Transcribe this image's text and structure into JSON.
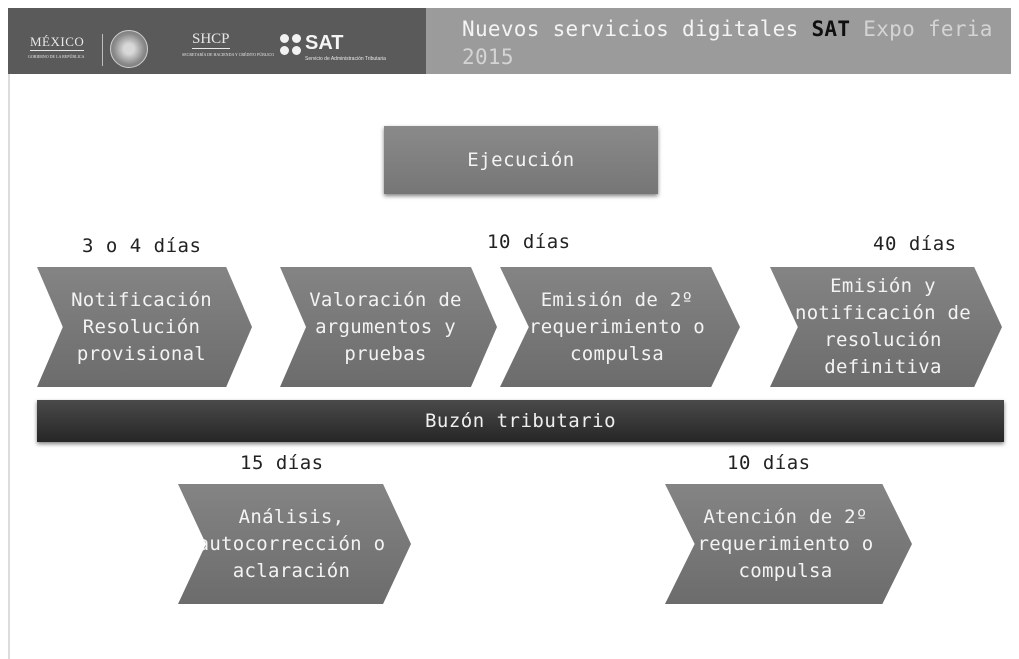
{
  "header": {
    "logos": {
      "mexico": "MÉXICO",
      "mexico_sub": "GOBIERNO DE LA REPÚBLICA",
      "shcp": "SHCP",
      "shcp_sub": "SECRETARÍA DE HACIENDA Y CRÉDITO PÚBLICO",
      "sat": "SAT",
      "sat_sub": "Servicio de Administración Tributaria"
    },
    "title_part1": "Nuevos servicios digitales ",
    "title_sat": "SAT",
    "title_part2": " Expo feria 2015"
  },
  "diagram": {
    "top_box": "Ejecución",
    "upper_durations": [
      "3 o 4 días",
      "10 días",
      "40 días"
    ],
    "upper_steps": [
      "Notificación Resolución provisional",
      "Valoración de argumentos y pruebas",
      "Emisión de 2º requerimiento o compulsa",
      "Emisión y notificación de resolución definitiva"
    ],
    "bar_label": "Buzón tributario",
    "lower_durations": [
      "15 días",
      "10 días"
    ],
    "lower_steps": [
      "Análisis, autocorrección o aclaración",
      "Atención de 2º requerimiento o compulsa"
    ]
  }
}
